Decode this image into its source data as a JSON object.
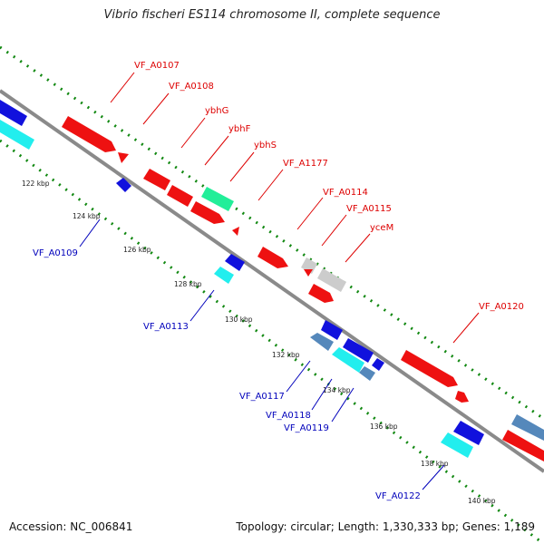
{
  "title": "Vibrio fischeri ES114 chromosome II, complete sequence",
  "footer": {
    "accession": "Accession: NC_006841",
    "topology": "Topology: circular; Length: 1,330,333 bp; Genes: 1,189"
  },
  "colors": {
    "forward_gene": "#ee1111",
    "reverse_gene": "#1111dd",
    "cyan_gene": "#22eeee",
    "teal_gene": "#22ee99",
    "grey_gene": "#cccccc",
    "steel_gene": "#5588bb",
    "backbone": "#888888",
    "tick": "#118811",
    "label_forward": "#dd0000",
    "label_reverse": "#0000bb",
    "tick_label": "#222222"
  },
  "ticks": [
    "122 kbp",
    "124 kbp",
    "126 kbp",
    "128 kbp",
    "130 kbp",
    "132 kbp",
    "134 kbp",
    "136 kbp",
    "138 kbp",
    "140 kbp"
  ],
  "forward_labels": [
    "VF_A0107",
    "VF_A0108",
    "ybhG",
    "ybhF",
    "ybhS",
    "VF_A1177",
    "VF_A0114",
    "VF_A0115",
    "yceM",
    "VF_A0120"
  ],
  "reverse_labels": [
    "VF_A0109",
    "VF_A0113",
    "VF_A0117",
    "VF_A0118",
    "VF_A0119",
    "VF_A0122"
  ]
}
